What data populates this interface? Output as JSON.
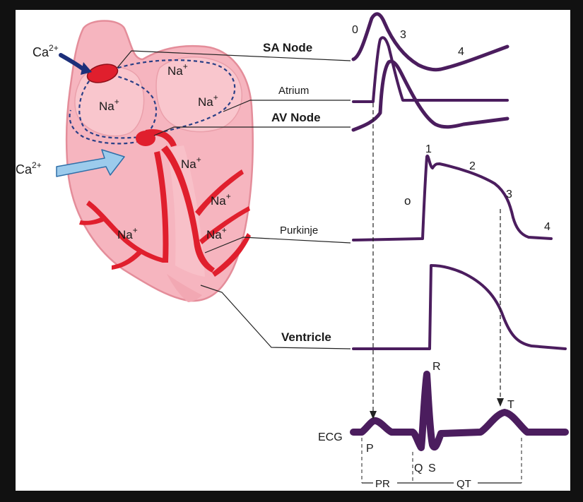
{
  "ions": {
    "ca_dark": "Ca",
    "ca_light": "Ca",
    "ca_charge": "2+",
    "na": "Na",
    "na_charge": "+"
  },
  "labels": {
    "sa_node": "SA Node",
    "atrium": "Atrium",
    "av_node": "AV Node",
    "purkinje": "Purkinje",
    "ventricle": "Ventricle",
    "ecg": "ECG"
  },
  "phases": {
    "sa_0": "0",
    "sa_3": "3",
    "sa_4": "4",
    "pk_0": "o",
    "pk_1": "1",
    "pk_2": "2",
    "pk_3": "3",
    "pk_4": "4"
  },
  "ecg_waves": {
    "p": "P",
    "q": "Q",
    "r": "R",
    "s": "S",
    "t": "T"
  },
  "intervals": {
    "pr": "PR",
    "qt": "QT"
  },
  "colors": {
    "background": "#111111",
    "panel": "#ffffff",
    "heart_fill": "#f6b5bf",
    "heart_outline": "#e48d9a",
    "conduction_red": "#e01f2d",
    "trace_purple": "#4b1d5e",
    "ca_arrow_dark": "#1c2f7a",
    "ca_arrow_light": "#9ccbec",
    "pathway_dash": "#2a3f86"
  }
}
